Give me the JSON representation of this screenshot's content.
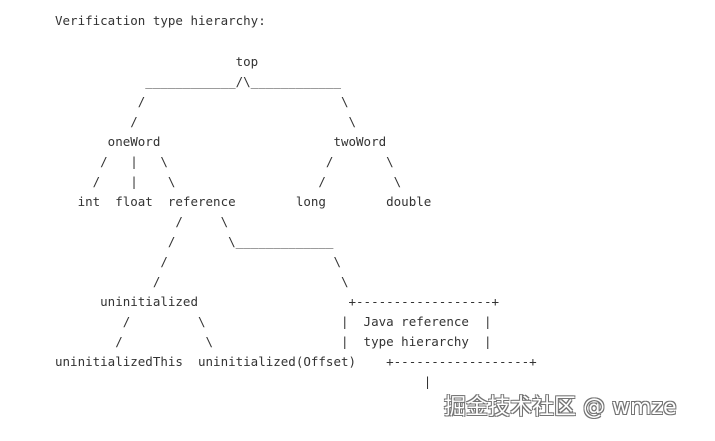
{
  "title": "Verification type hierarchy:",
  "diagram": [
    "                        top",
    "            ____________/\\____________",
    "           /                          \\",
    "          /                            \\",
    "       oneWord                       twoWord",
    "      /   |   \\                     /       \\",
    "     /    |    \\                   /         \\",
    "   int  float  reference        long        double",
    "                /     \\",
    "               /       \\_____________",
    "              /                      \\",
    "             /                        \\",
    "      uninitialized                    +------------------+",
    "         /         \\                  |  Java reference  |",
    "        /           \\                 |  type hierarchy  |",
    "uninitializedThis  uninitialized(Offset)    +------------------+",
    "                                                 |"
  ],
  "watermark": "掘金技术社区 @ wmze"
}
